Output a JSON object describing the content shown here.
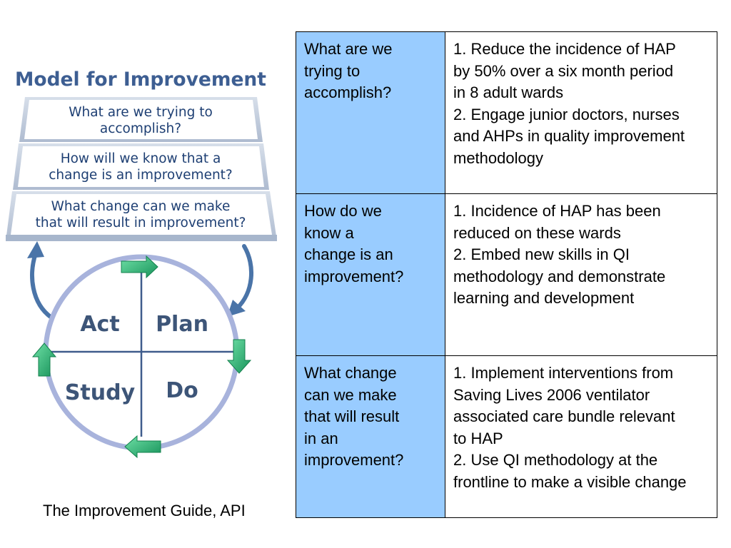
{
  "diagram": {
    "title": "Model for Improvement",
    "questions": [
      [
        "What are we trying to",
        "accomplish?"
      ],
      [
        "How will we know that a",
        "change is an improvement?"
      ],
      [
        "What change can we make",
        "that will result in improvement?"
      ]
    ],
    "cycle": {
      "act": "Act",
      "plan": "Plan",
      "study": "Study",
      "do": "Do"
    },
    "colors": {
      "title": "#3d5e92",
      "band_border": "#b9c6d8",
      "band_fill": "#ffffff",
      "band_text": "#1e3f73",
      "circle": "#a8b3dc",
      "cross": "#3f5c8c",
      "green_arrow": "#2fb870",
      "blue_arrow": "#4a74a8"
    }
  },
  "caption": "The Improvement Guide, API",
  "table": {
    "rows": [
      {
        "question": [
          "What are we",
          "trying to",
          "accomplish?"
        ],
        "answer": [
          "1. Reduce the incidence of HAP",
          "by 50% over a six month period",
          "in 8 adult wards",
          "2. Engage junior doctors, nurses",
          "and AHPs in quality improvement",
          "methodology"
        ]
      },
      {
        "question": [
          "How do we",
          "know a",
          "change is an",
          "improvement?"
        ],
        "answer": [
          "1. Incidence of HAP has been",
          "reduced on these wards",
          "2. Embed new skills in QI",
          "methodology and demonstrate",
          "learning and development"
        ]
      },
      {
        "question": [
          "What change",
          "can we make",
          "that will result",
          "in an",
          "improvement?"
        ],
        "answer": [
          "1. Implement interventions from",
          "Saving Lives 2006 ventilator",
          "associated care bundle relevant",
          "to HAP",
          "2. Use QI methodology at the",
          "frontline to make a visible change"
        ]
      }
    ],
    "colors": {
      "question_fill": "#99ccff",
      "answer_fill": "#ffffff",
      "border": "#000000"
    }
  }
}
